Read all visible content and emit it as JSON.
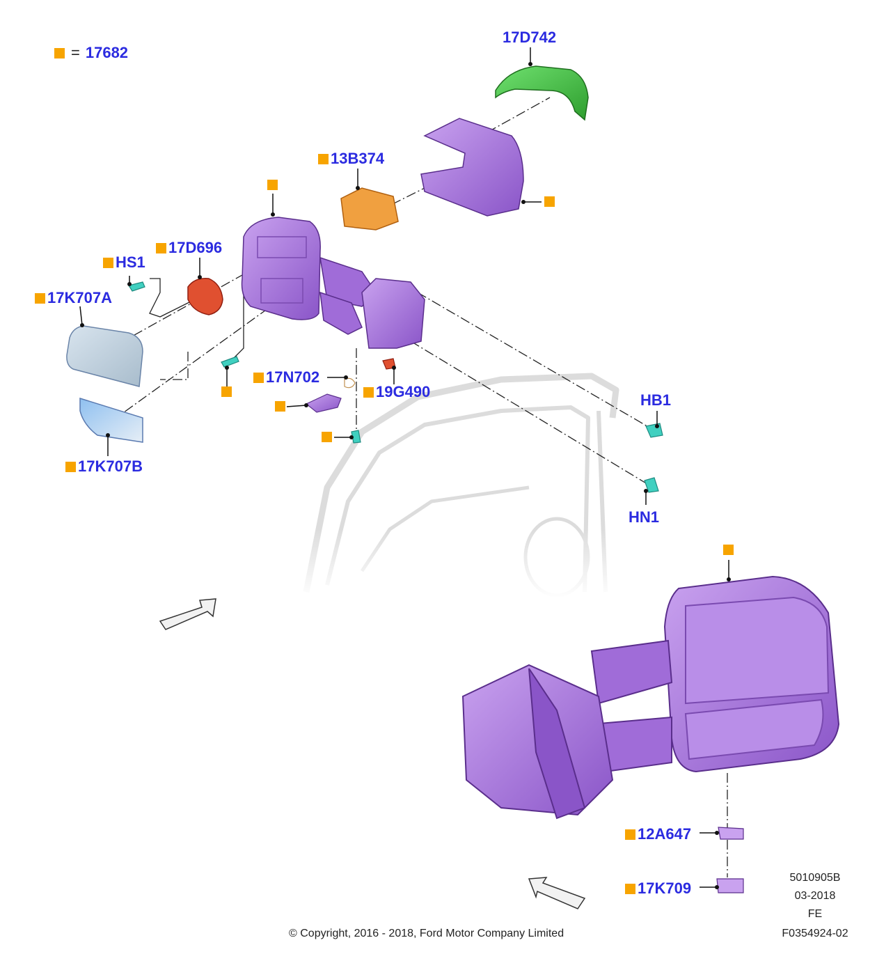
{
  "legend": {
    "code": "17682",
    "equals": "="
  },
  "callouts": {
    "c17d742": "17D742",
    "c13b374": "13B374",
    "c17d696": "17D696",
    "hs1": "HS1",
    "c17k707a": "17K707A",
    "c17k707b": "17K707B",
    "c17n702": "17N702",
    "c19g490": "19G490",
    "hb1": "HB1",
    "hn1": "HN1",
    "c12a647": "12A647",
    "c17k709": "17K709"
  },
  "footer": {
    "ref1": "5010905B",
    "date": "03-2018",
    "code": "FE",
    "figure": "F0354924-02",
    "copyright": "© Copyright, 2016 - 2018, Ford Motor Company Limited"
  },
  "colors": {
    "label": "#2b2be0",
    "marker": "#f7a400",
    "housing": "#b07ee0",
    "cap": "#3fbf3f",
    "bracket": "#f0a040",
    "motor": "#e05030",
    "glass": "#b8c8d8",
    "fastener": "#40d0c0",
    "door": "#e2e2e2"
  }
}
